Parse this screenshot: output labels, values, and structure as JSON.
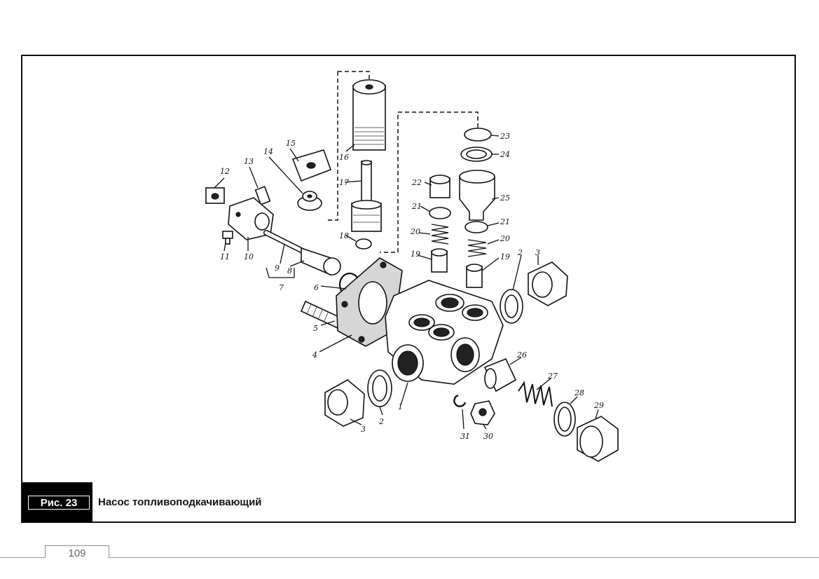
{
  "figure": {
    "tag": "Рис. 23",
    "caption": "Насос топливоподкачивающий",
    "callouts": [
      "1",
      "2",
      "3",
      "4",
      "5",
      "6",
      "7",
      "8",
      "9",
      "10",
      "11",
      "12",
      "13",
      "14",
      "15",
      "16",
      "17",
      "18",
      "19",
      "20",
      "21",
      "22",
      "23",
      "24",
      "25",
      "26",
      "27",
      "28",
      "29",
      "30",
      "31"
    ]
  },
  "page": {
    "number": "109"
  }
}
